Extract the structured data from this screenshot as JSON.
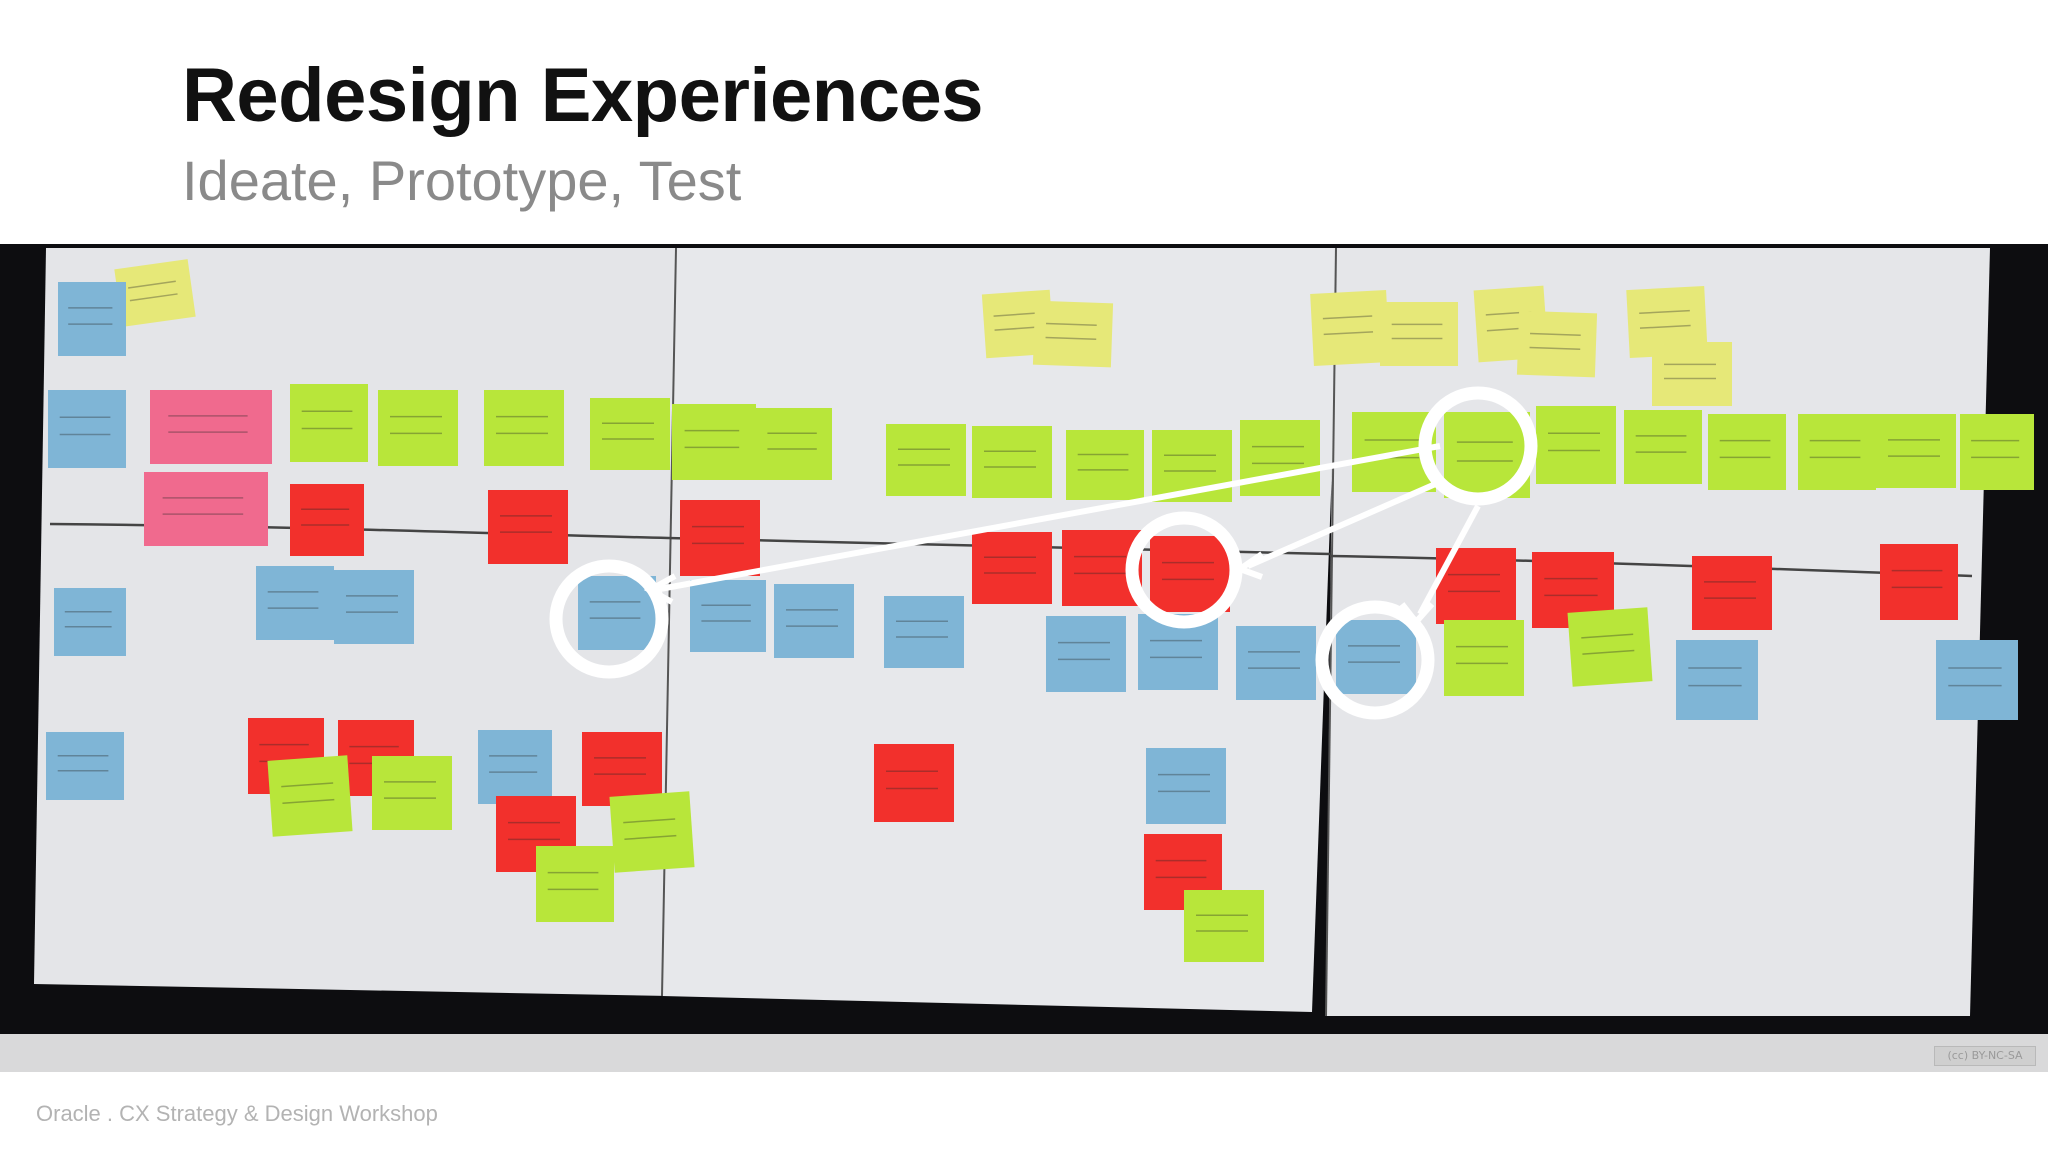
{
  "slide": {
    "title": "Redesign Experiences",
    "subtitle": "Ideate, Prototype, Test"
  },
  "photo": {
    "description_icon": "sticky-note-wall-photo",
    "colors": {
      "background": "#0d0d10",
      "paper": "#e6e7ea",
      "yellow": "#e6e878",
      "green": "#b8e63a",
      "pink": "#f06a8e",
      "red": "#f2302c",
      "blue": "#7fb5d6",
      "highlight": "#ffffff"
    }
  },
  "license_badge": "(cc) BY-NC-SA",
  "footer": {
    "text": "Oracle . CX Strategy & Design Workshop"
  }
}
